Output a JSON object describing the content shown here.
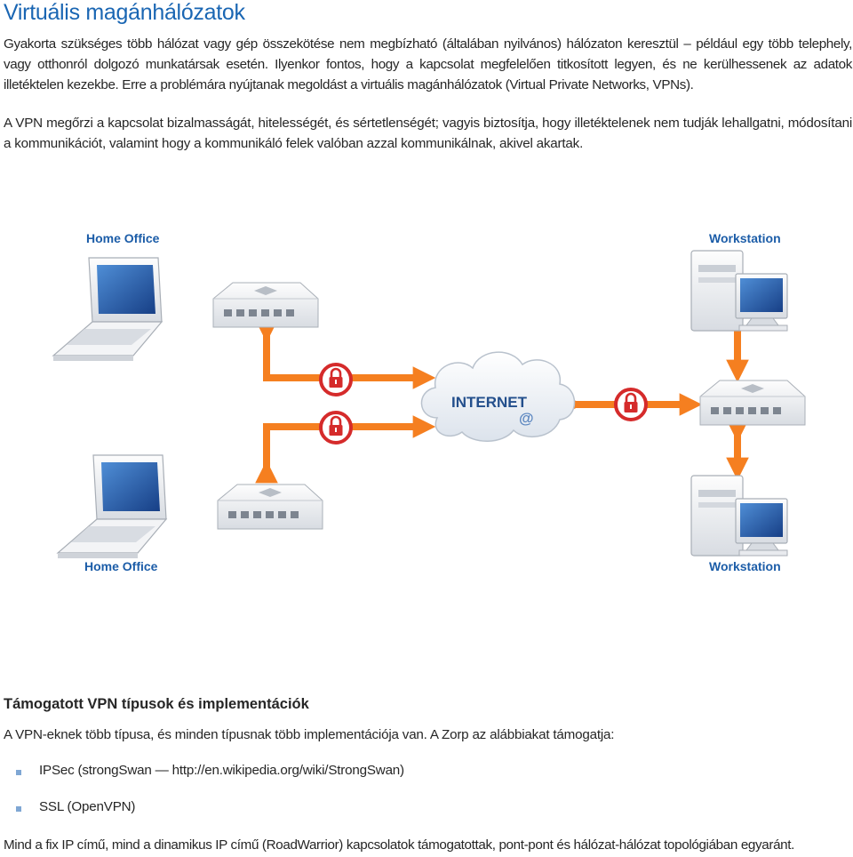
{
  "title": "Virtuális magánhálózatok",
  "paragraphs": [
    "Gyakorta szükséges több hálózat vagy gép összekötése nem megbízható (általában nyilvános) hálózaton keresztül – például egy több telephely, vagy otthonról dolgozó munkatársak esetén. Ilyenkor fontos, hogy a kapcsolat megfelelően titkosított legyen, és ne kerülhessenek az adatok illetéktelen kezekbe. Erre a problémára nyújtanak megoldást a virtuális magánhálózatok (Virtual Private Networks, VPNs).",
    "A VPN megőrzi a kapcsolat bizalmasságát, hitelességét, és sértetlenségét; vagyis biztosítja, hogy illetéktelenek nem tudják lehallgatni, módosítani a kommunikációt, valamint hogy a kommunikáló felek valóban azzal kommunikálnak, akivel akartak."
  ],
  "diagram": {
    "labels": {
      "top_left": "Home Office",
      "bottom_left": "Home Office",
      "top_right": "Workstation",
      "bottom_right": "Workstation",
      "cloud": "INTERNET",
      "cloud_symbol": "@"
    },
    "colors": {
      "arrow": "#f57f20",
      "lock": "#d52b2b",
      "label": "#1c5da8",
      "screen": "#1e58a8"
    }
  },
  "section_heading": "Támogatott VPN típusok és implementációk",
  "intro": "A VPN-eknek több típusa, és minden típusnak több implementációja van. A Zorp az alábbiakat támogatja:",
  "bullets": [
    "IPSec (strongSwan — http://en.wikipedia.org/wiki/StrongSwan)",
    "SSL (OpenVPN)"
  ],
  "outro": "Mind a fix IP című, mind a dinamikus IP című (RoadWarrior) kapcsolatok támogatottak, pont-pont és hálózat-hálózat topológiában egyaránt."
}
